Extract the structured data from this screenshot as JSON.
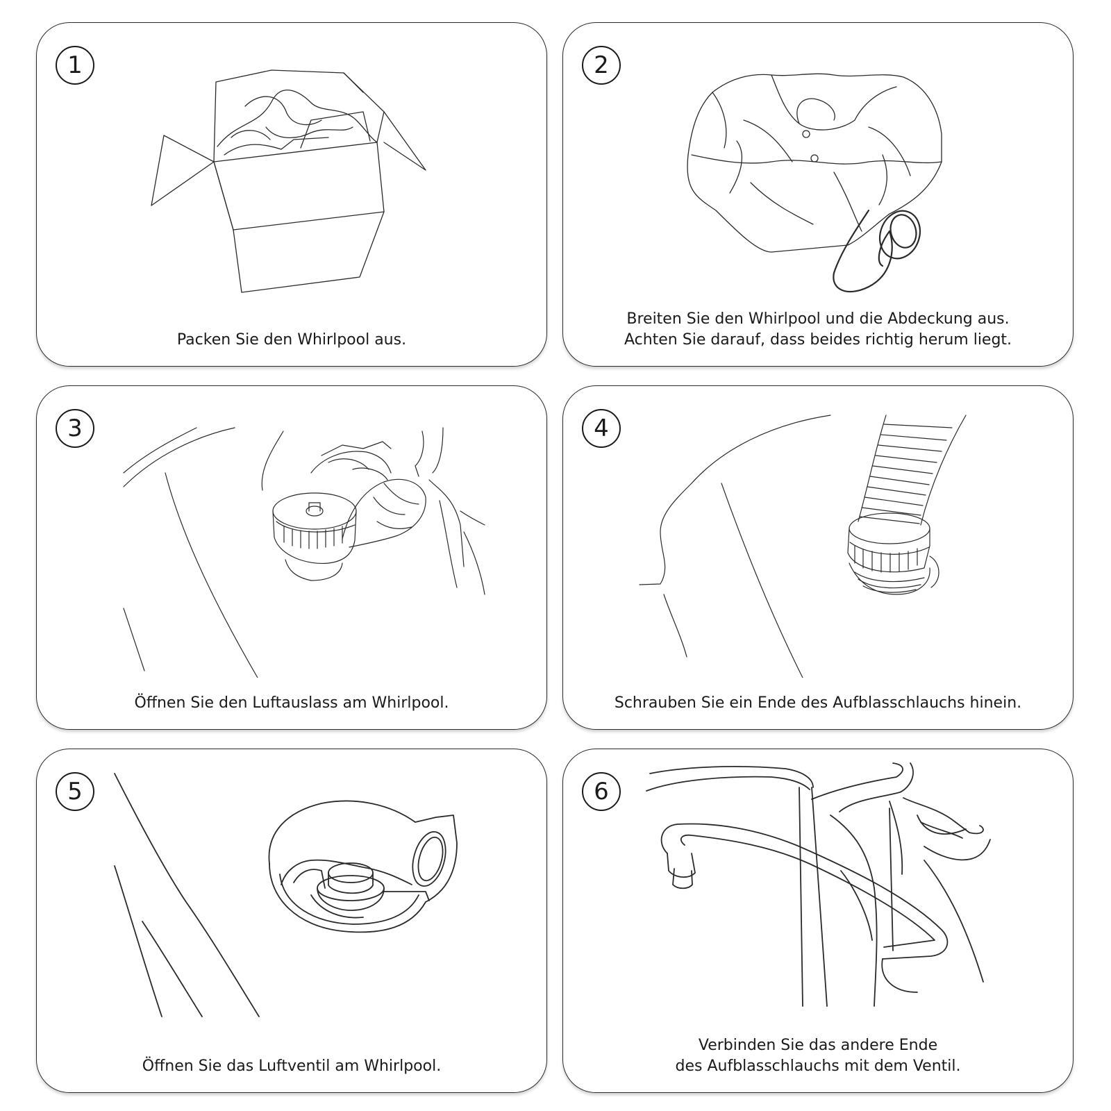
{
  "steps": [
    {
      "number": "1",
      "caption": [
        "Packen Sie den Whirlpool aus."
      ]
    },
    {
      "number": "2",
      "caption": [
        "Breiten Sie den Whirlpool und die Abdeckung aus.",
        "Achten Sie darauf, dass beides richtig herum liegt."
      ]
    },
    {
      "number": "3",
      "caption": [
        "Öffnen Sie den Luftauslass am Whirlpool."
      ]
    },
    {
      "number": "4",
      "caption": [
        "Schrauben Sie ein Ende des Aufblasschlauchs hinein."
      ]
    },
    {
      "number": "5",
      "caption": [
        "Öffnen Sie das Luftventil am Whirlpool."
      ]
    },
    {
      "number": "6",
      "caption": [
        "Verbinden Sie das andere Ende",
        "des Aufblasschlauchs mit dem Ventil."
      ]
    }
  ],
  "colors": {
    "stroke": "#2a2a2a",
    "panel_border": "#2b2b2b",
    "background": "#ffffff"
  },
  "icons": [
    "open-box-icon",
    "spread-whirlpool-icon",
    "air-outlet-icon",
    "screw-hose-icon",
    "air-valve-icon",
    "connect-hose-icon"
  ]
}
